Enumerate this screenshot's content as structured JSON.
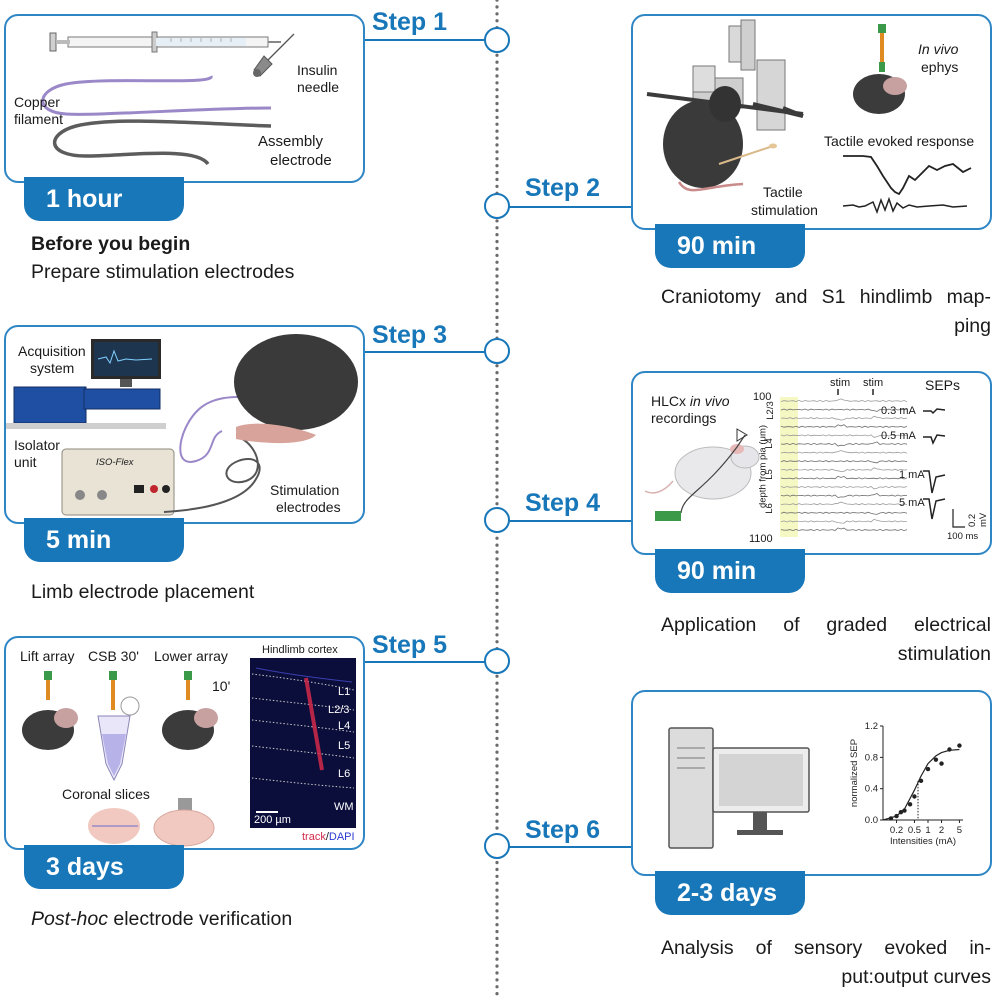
{
  "steps": [
    "Step 1",
    "Step 2",
    "Step 3",
    "Step 4",
    "Step 5",
    "Step 6"
  ],
  "step1": {
    "duration": "1 hour",
    "label_insulin": "Insulin",
    "label_needle": "needle",
    "label_copper": "Copper",
    "label_filament": "filament",
    "label_assembly": "Assembly",
    "label_electrode": "electrode",
    "caption_bold": "Before you begin",
    "caption": "Prepare stimulation electrodes"
  },
  "step2": {
    "duration": "90 min",
    "label_invivo": "In vivo",
    "label_ephys": "ephys",
    "label_tactile_evoked": "Tactile evoked response",
    "label_tactile": "Tactile",
    "label_stimulation": "stimulation",
    "caption_line1": "Craniotomy and S1 hindlimb map-",
    "caption_line2": "ping"
  },
  "step3": {
    "duration": "5 min",
    "label_acquisition": "Acquisition",
    "label_system": "system",
    "label_isolator": "Isolator",
    "label_unit": "unit",
    "label_stimulation": "Stimulation",
    "label_electrodes": "electrodes",
    "device_brand": "ISO-Flex",
    "caption": "Limb electrode placement"
  },
  "step4": {
    "duration": "90 min",
    "label_hlcx": "HLCx",
    "label_invivo": "in vivo",
    "label_recordings": "recordings",
    "depth_top": "100",
    "depth_bottom": "1100",
    "depth_axis": "depth from pia (μm)",
    "layers": [
      "L2/3",
      "L4",
      "L5",
      "L6"
    ],
    "stim1": "stim",
    "stim2": "stim",
    "seps_title": "SEPs",
    "intensities": [
      "0.3 mA",
      "0.5 mA",
      "1 mA",
      "5 mA"
    ],
    "scale_v": "0.2 mV",
    "scale_t": "100 ms",
    "caption_line1_words": [
      "Application",
      "of",
      "graded",
      "electrical"
    ],
    "caption_line2": "stimulation"
  },
  "step5": {
    "duration": "3 days",
    "label_lift": "Lift array",
    "label_csb": "CSB 30'",
    "label_lower": "Lower array",
    "label_ten": "10'",
    "label_coronal": "Coronal slices",
    "histo_title": "Hindlimb cortex",
    "histo_layers": [
      "L1",
      "L2/3",
      "L4",
      "L5",
      "L6",
      "WM"
    ],
    "scalebar": "200 µm",
    "legend_track": "track",
    "legend_sep": "/",
    "legend_dapi": "DAPI",
    "caption_italic": "Post-hoc",
    "caption": " electrode verification"
  },
  "step6": {
    "duration": "2-3 days",
    "caption_line1": "Analysis of sensory evoked in-",
    "caption_line2": "put:output curves"
  },
  "chart_data": {
    "type": "scatter",
    "xlabel": "Intensities (mA)",
    "ylabel": "normalized SEP",
    "x_scale": "log",
    "xticks": [
      "0.2",
      "0.5",
      "1",
      "2",
      "5"
    ],
    "yticks": [
      "0.0",
      "0.4",
      "0.8",
      "1.2"
    ],
    "ylim": [
      0,
      1.2
    ],
    "x": [
      0.15,
      0.2,
      0.25,
      0.3,
      0.4,
      0.5,
      0.7,
      1,
      1.5,
      2,
      3,
      5
    ],
    "y": [
      0.02,
      0.05,
      0.1,
      0.12,
      0.2,
      0.3,
      0.5,
      0.65,
      0.77,
      0.72,
      0.9,
      0.95
    ],
    "fit_x": [
      0.1,
      0.2,
      0.3,
      0.5,
      0.7,
      1,
      1.5,
      2,
      3,
      5
    ],
    "fit_y": [
      0.0,
      0.05,
      0.14,
      0.38,
      0.56,
      0.72,
      0.82,
      0.86,
      0.89,
      0.9
    ],
    "threshold_x": 0.6
  },
  "colors": {
    "accent": "#1877b9",
    "panel_border": "#2f86c5"
  }
}
